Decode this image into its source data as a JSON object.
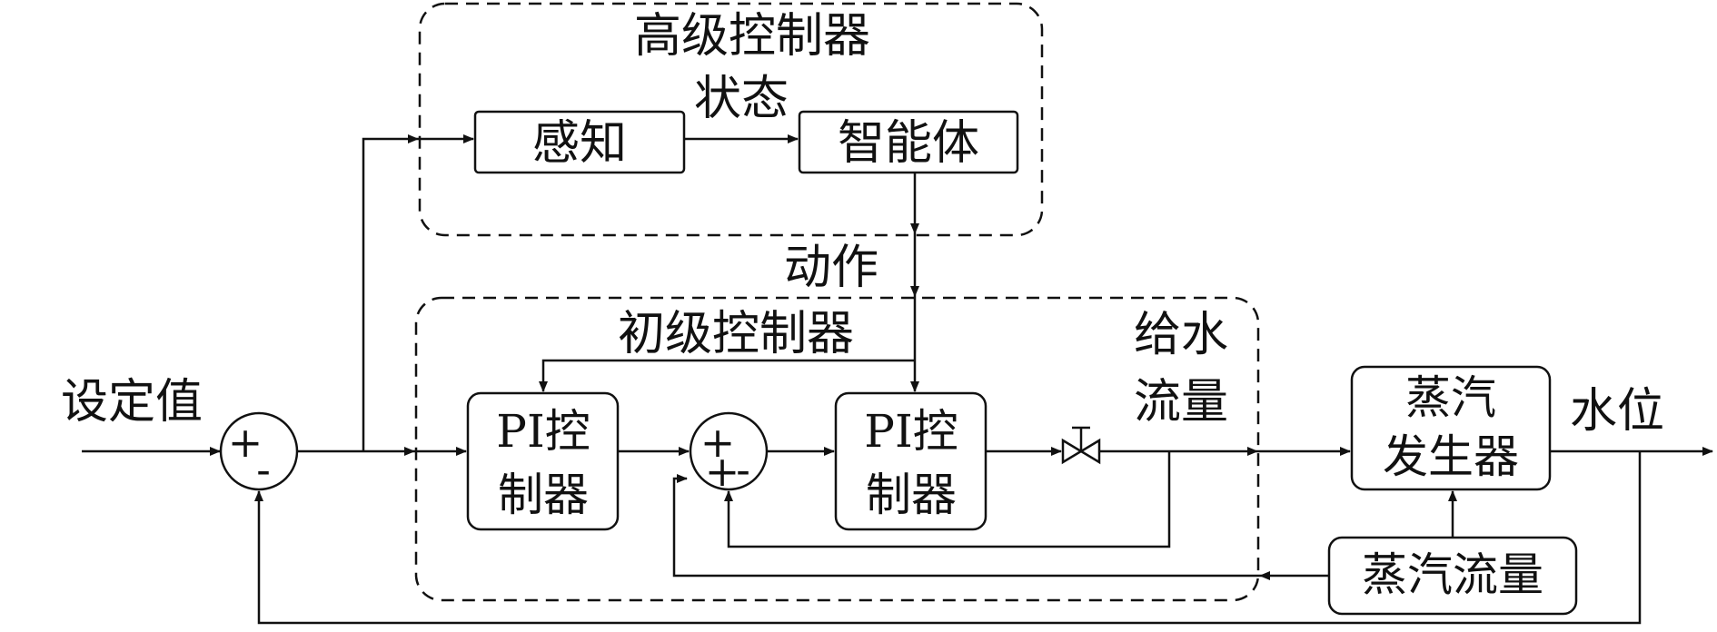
{
  "labels": {
    "high_controller": "高级控制器",
    "state": "状态",
    "perception": "感知",
    "agent": "智能体",
    "action": "动作",
    "low_controller": "初级控制器",
    "feedwater_flow_line1": "给水",
    "feedwater_flow_line2": "流量",
    "setpoint": "设定值",
    "water_level": "水位",
    "steam_generator_line1": "蒸汽",
    "steam_generator_line2": "发生器",
    "steam_flow": "蒸汽流量",
    "pi_controller_1_line1": "PI控",
    "pi_controller_1_line2": "制器",
    "pi_controller_2_line1": "PI控",
    "pi_controller_2_line2": "制器"
  },
  "summing_junctions": {
    "main": {
      "plus": "+",
      "minus": "-"
    },
    "inner": {
      "plus_top": "+",
      "plus_bottom": "+",
      "minus": "-"
    }
  }
}
